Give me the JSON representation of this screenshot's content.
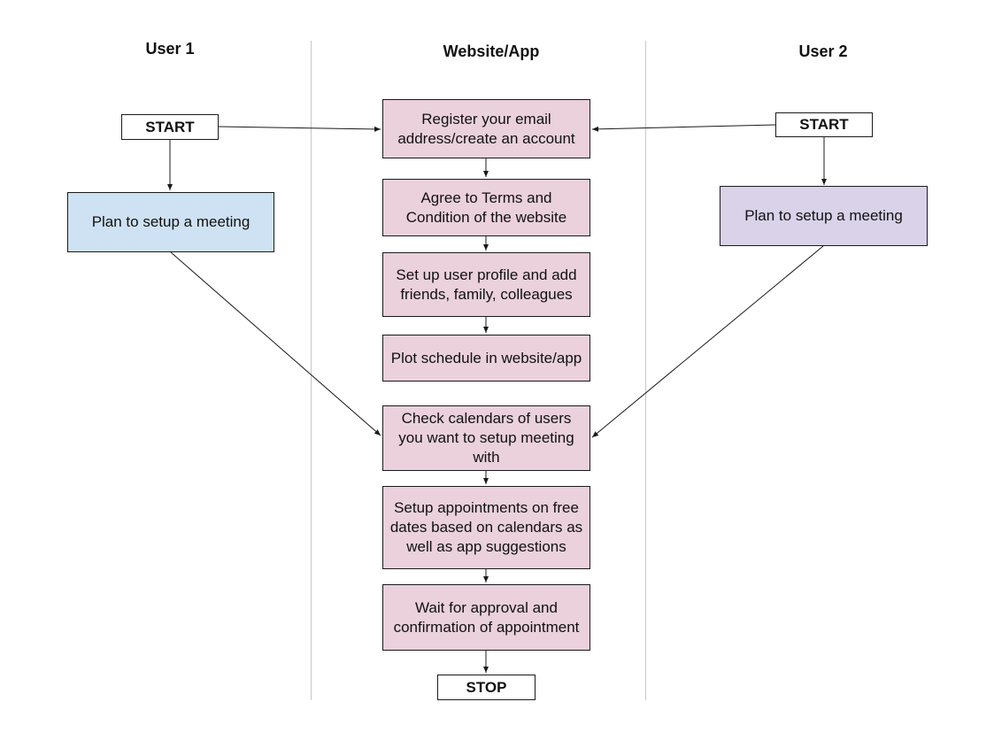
{
  "lanes": {
    "user1": "User 1",
    "website": "Website/App",
    "user2": "User 2"
  },
  "user1": {
    "start": "START",
    "plan": "Plan to setup a meeting"
  },
  "user2": {
    "start": "START",
    "plan": "Plan to setup a meeting"
  },
  "steps": [
    "Register your email address/create an account",
    "Agree to Terms and Condition of the website",
    "Set up user profile and add friends, family, colleagues",
    "Plot schedule in website/app",
    "Check calendars of users you want to setup meeting with",
    "Setup appointments on free dates based on calendars as well as app suggestions",
    "Wait for approval and confirmation of appointment"
  ],
  "stop": "STOP",
  "colors": {
    "step_fill": "#ead1dc",
    "user1_plan_fill": "#cfe2f3",
    "user2_plan_fill": "#d9d2e9",
    "line": "#1a1a1a",
    "divider": "#c7c7c7"
  }
}
